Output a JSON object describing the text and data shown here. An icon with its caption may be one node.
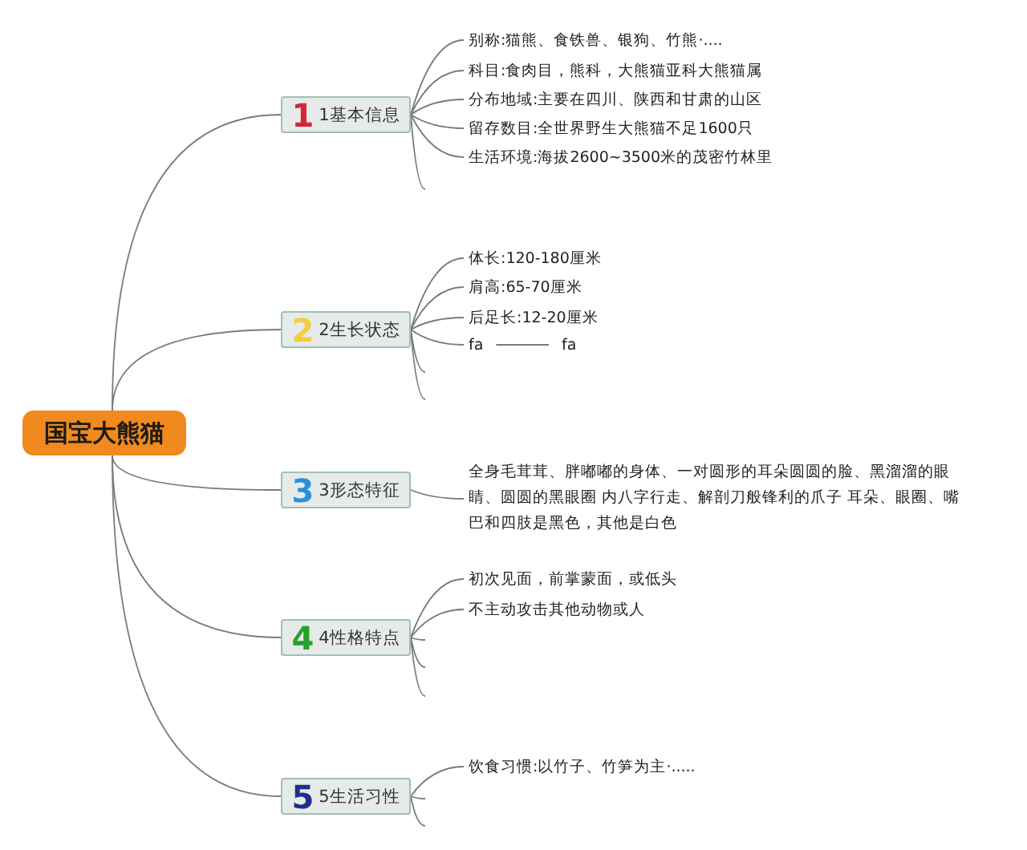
{
  "diagram": {
    "nodes": [
      {
        "text": [
          "国宝大熊猫"
        ]
      },
      {
        "text": [
          "1",
          "1基本信息"
        ]
      },
      {
        "text": [
          "别称:猫熊、食铁兽、银狗、竹熊·...."
        ]
      },
      {
        "text": [
          "科目:食肉目，熊科，大熊猫亚科大熊猫属"
        ]
      },
      {
        "text": [
          "分布地域:主要在四川、陕西和甘肃的山区"
        ]
      },
      {
        "text": [
          "留存数目:全世界野生大熊猫不足1600只"
        ]
      },
      {
        "text": [
          "生活环境:海拔2600~3500米的茂密竹林里"
        ]
      },
      {
        "text": [
          "2",
          "2生长状态"
        ]
      },
      {
        "text": [
          "体长:120-180厘米"
        ]
      },
      {
        "text": [
          "肩高:65-70厘米"
        ]
      },
      {
        "text": [
          "后足长:12-20厘米"
        ]
      },
      {
        "text": [
          "fa"
        ]
      },
      {
        "text": [
          "fa"
        ]
      },
      {
        "text": [
          "3",
          "3形态特征"
        ]
      },
      {
        "text": [
          "全身毛茸茸、胖嘟嘟的身体、一对圆形的耳朵圆圆的脸、黑溜溜的眼睛、圆圆的黑眼圈 内八字行走、解剖刀般锋利的爪子 耳朵、眼圈、嘴巴和四肢是黑色，其他是白色"
        ]
      },
      {
        "text": [
          "4",
          "4性格特点"
        ]
      },
      {
        "text": [
          "初次见面，前掌蒙面，或低头"
        ]
      },
      {
        "text": [
          "不主动攻击其他动物或人"
        ]
      },
      {
        "text": [
          "5",
          "5生活习性"
        ]
      },
      {
        "text": [
          "饮食习惯:以竹子、竹笋为主·....."
        ]
      }
    ],
    "edges": [
      {
        "from": 0,
        "to": 1,
        "arrow": "none"
      },
      {
        "from": 0,
        "to": 7,
        "arrow": "none"
      },
      {
        "from": 0,
        "to": 13,
        "arrow": "none"
      },
      {
        "from": 0,
        "to": 15,
        "arrow": "none"
      },
      {
        "from": 0,
        "to": 18,
        "arrow": "none"
      },
      {
        "from": 1,
        "to": 2,
        "arrow": "none"
      },
      {
        "from": 1,
        "to": 3,
        "arrow": "none"
      },
      {
        "from": 1,
        "to": 4,
        "arrow": "none"
      },
      {
        "from": 1,
        "to": 5,
        "arrow": "none"
      },
      {
        "from": 1,
        "to": 6,
        "arrow": "none"
      },
      {
        "from": 1,
        "to": null,
        "arrow": "none"
      },
      {
        "from": 7,
        "to": 8,
        "arrow": "none"
      },
      {
        "from": 7,
        "to": 9,
        "arrow": "none"
      },
      {
        "from": 7,
        "to": 10,
        "arrow": "none"
      },
      {
        "from": 7,
        "to": 11,
        "arrow": "none"
      },
      {
        "from": 7,
        "to": null,
        "arrow": "none"
      },
      {
        "from": 7,
        "to": null,
        "arrow": "none"
      },
      {
        "from": 11,
        "to": 12,
        "arrow": "none"
      },
      {
        "from": 13,
        "to": 14,
        "arrow": "none"
      },
      {
        "from": 15,
        "to": 16,
        "arrow": "none"
      },
      {
        "from": 15,
        "to": 17,
        "arrow": "none"
      },
      {
        "from": 15,
        "to": null,
        "arrow": "none"
      },
      {
        "from": 15,
        "to": null,
        "arrow": "none"
      },
      {
        "from": 15,
        "to": null,
        "arrow": "none"
      },
      {
        "from": 18,
        "to": 19,
        "arrow": "none"
      },
      {
        "from": 18,
        "to": null,
        "arrow": "none"
      },
      {
        "from": 18,
        "to": null,
        "arrow": "none"
      }
    ]
  }
}
